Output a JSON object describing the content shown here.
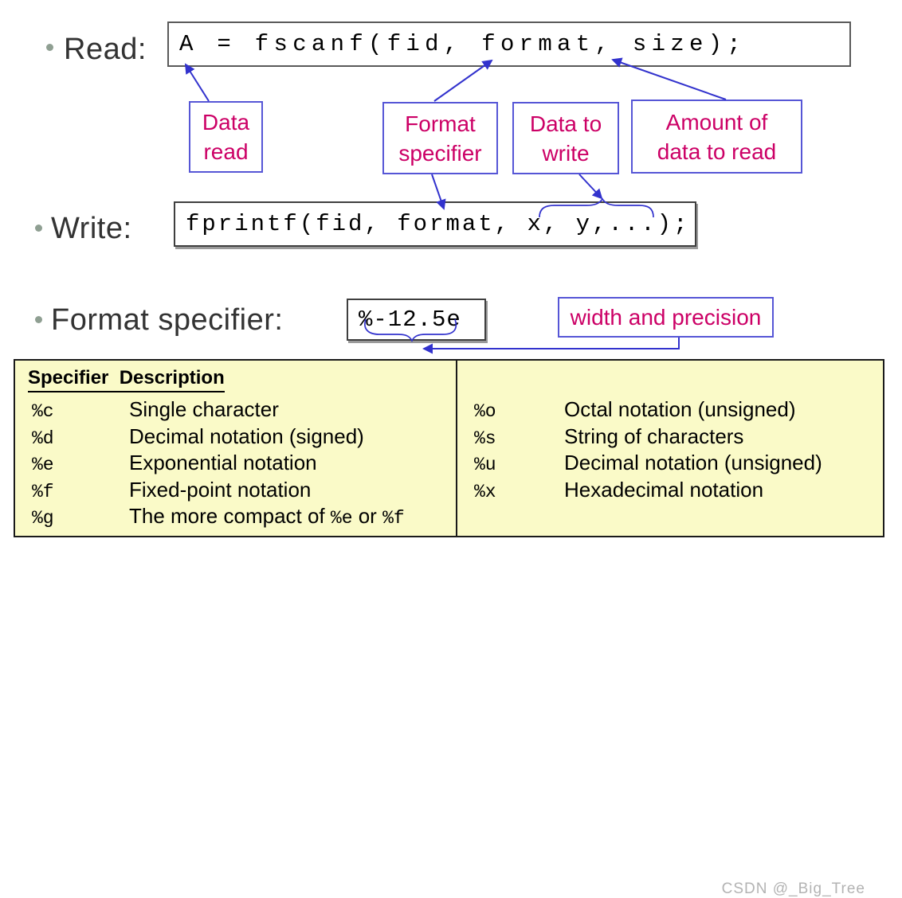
{
  "colors": {
    "accent_blue": "#3232cd",
    "callout_border": "#5656d6",
    "callout_text": "#cc0066",
    "heading_text": "#333333",
    "bullet": "#8f9f92",
    "table_bg": "#fafac8",
    "table_border": "#1a1a1a",
    "code_border": "#5a5a5a",
    "watermark": "#b3b3b3",
    "code_text": "#000000"
  },
  "slide": {
    "read": {
      "label": "Read:",
      "code": "A = fscanf(fid, format, size);"
    },
    "write": {
      "label": "Write:",
      "code": "fprintf(fid, format, x, y,...);"
    },
    "format": {
      "label": "Format specifier:",
      "code": "%-12.5e"
    },
    "callouts": {
      "data_read": "Data\nread",
      "format_specifier": "Format\nspecifier",
      "data_to_write": "Data to\nwrite",
      "amount": "Amount of\ndata to read",
      "width_precision": "width and precision"
    },
    "table": {
      "header": "Specifier  Description",
      "left_rows": [
        [
          "%c",
          "Single character"
        ],
        [
          "%d",
          "Decimal notation (signed)"
        ],
        [
          "%e",
          "Exponential notation"
        ],
        [
          "%f",
          "Fixed-point notation"
        ],
        [
          "%g",
          "The more compact of %e or %f"
        ]
      ],
      "right_rows": [
        [
          "%o",
          "Octal notation (unsigned)"
        ],
        [
          "%s",
          "String of characters"
        ],
        [
          "%u",
          "Decimal notation (unsigned)"
        ],
        [
          "%x",
          "Hexadecimal notation"
        ]
      ]
    },
    "watermark": "CSDN @_Big_Tree"
  }
}
